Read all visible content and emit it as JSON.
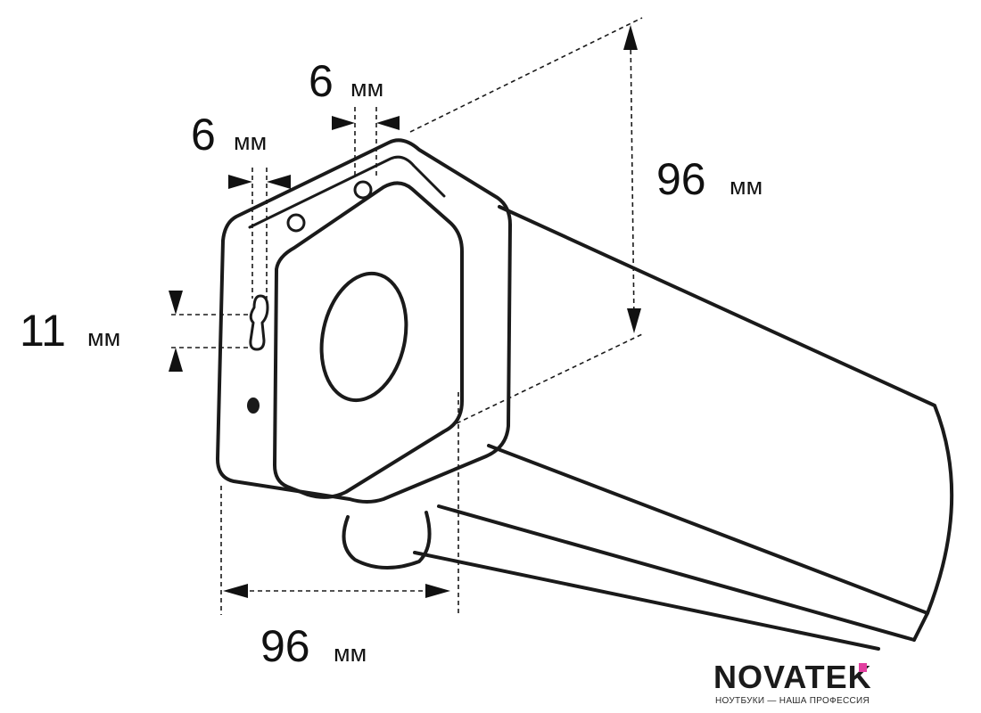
{
  "dimensions": {
    "top_offset": {
      "value": "6",
      "unit": "мм"
    },
    "side_offset": {
      "value": "6",
      "unit": "мм"
    },
    "slot_height": {
      "value": "11",
      "unit": "мм"
    },
    "height": {
      "value": "96",
      "unit": "мм"
    },
    "width": {
      "value": "96",
      "unit": "мм"
    }
  },
  "logo": {
    "brand_text": "NOVATEK",
    "tagline": "НОУТБУКИ — НАША ПРОФЕССИЯ",
    "accent_color": "#e23fa0"
  }
}
